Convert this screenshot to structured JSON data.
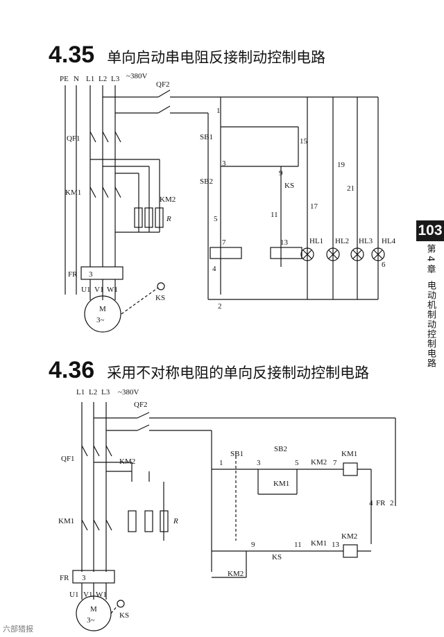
{
  "header": {
    "num": "4.35",
    "title": "单向启动串电阻反接制动控制电路"
  },
  "section2": {
    "num": "4.36",
    "title": "采用不对称电阻的单向反接制动控制电路"
  },
  "sidebar": {
    "page": "103",
    "chapter": "第 4 章",
    "chapter_title": "电动机制动控制电路"
  },
  "watermark": "六部猎报",
  "d1": {
    "pe": "PE",
    "n": "N",
    "l1": "L1",
    "l2": "L2",
    "l3": "L3",
    "voltage": "~380V",
    "qf2": "QF2",
    "qf1": "QF1",
    "km1": "KM1",
    "km2": "KM2",
    "r": "R",
    "fr": "FR",
    "fr_box": "3",
    "u1": "U1",
    "v1": "V1",
    "w1": "W1",
    "motor": "M",
    "motor_sub": "3~",
    "ks": "KS",
    "sb1": "SB1",
    "sb2": "SB2",
    "ks2": "KS",
    "nodes": [
      "1",
      "2",
      "3",
      "4",
      "5",
      "6",
      "7",
      "9",
      "11",
      "13",
      "15",
      "17",
      "19",
      "21"
    ],
    "hl": [
      "HL1",
      "HL2",
      "HL3",
      "HL4"
    ]
  },
  "d2": {
    "l1": "L1",
    "l2": "L2",
    "l3": "L3",
    "voltage": "~380V",
    "qf2": "QF2",
    "qf1": "QF1",
    "km2": "KM2",
    "km1": "KM1",
    "r": "R",
    "fr": "FR",
    "fr_box": "3",
    "u1": "U1",
    "v1": "V1",
    "w1": "W1",
    "motor": "M",
    "motor_sub": "3~",
    "ks": "KS",
    "sb1": "SB1",
    "sb2": "SB2",
    "nodes": [
      "1",
      "3",
      "5",
      "7",
      "4",
      "2",
      "9",
      "11",
      "13"
    ]
  }
}
